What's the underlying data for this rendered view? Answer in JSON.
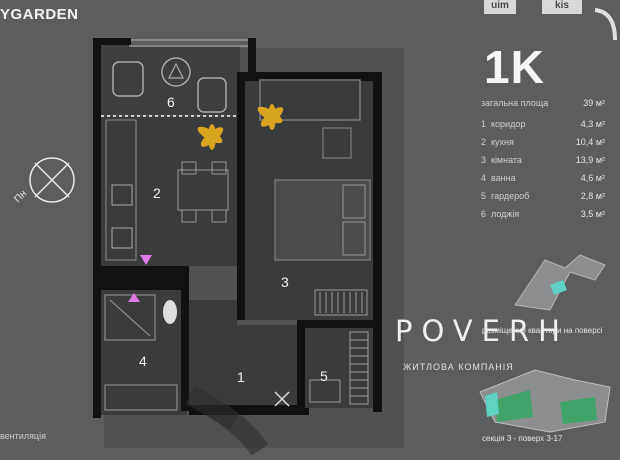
{
  "header": {
    "brand": "YGARDEN",
    "logo_a": "uim",
    "logo_b": "kis"
  },
  "apartment": {
    "type": "1K",
    "total_label": "загальна площа",
    "total_value": "39 м²",
    "rooms": [
      {
        "num": "1",
        "label": "коридор",
        "area": "4,3 м²"
      },
      {
        "num": "2",
        "label": "кухня",
        "area": "10,4 м²"
      },
      {
        "num": "3",
        "label": "кімната",
        "area": "13,9 м²"
      },
      {
        "num": "4",
        "label": "ванна",
        "area": "4,6 м²"
      },
      {
        "num": "5",
        "label": "гардероб",
        "area": "2,8 м²"
      },
      {
        "num": "6",
        "label": "лоджія",
        "area": "3,5 м²"
      }
    ]
  },
  "plan": {
    "labels": {
      "r1": "1",
      "r2": "2",
      "r3": "3",
      "r4": "4",
      "r5": "5",
      "r6": "6"
    },
    "north": "Пн"
  },
  "company": {
    "name": "POVERH",
    "subtitle": "ЖИТЛОВА КОМПАНІЯ"
  },
  "legend": {
    "placement": "розміщення квартири на поверсі",
    "section": "секція 3 - поверх 3-17",
    "ventilation": "вентиляція"
  },
  "colors": {
    "background": "#5c5d5f",
    "floor": "#3a3b3d",
    "walls": "#111111",
    "accent_teal": "#5fd2c4",
    "accent_pink": "#e07be8",
    "plant": "#d9a520"
  }
}
